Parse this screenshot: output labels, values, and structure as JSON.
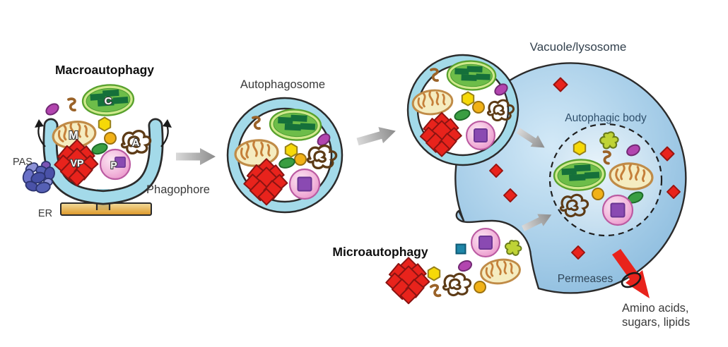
{
  "figure": {
    "description": "Autophagy pathways diagram: macroautophagy and microautophagy delivering cargo to the vacuole/lysosome"
  },
  "labels": {
    "macroautophagy": "Macroautophagy",
    "pas": "PAS",
    "er": "ER",
    "phagophore": "Phagophore",
    "autophagosome": "Autophagosome",
    "vacuole_lysosome": "Vacuole/lysosome",
    "autophagic_body": "Autophagic body",
    "microautophagy": "Microautophagy",
    "permeases": "Permeases",
    "products_line1": "Amino acids,",
    "products_line2": "sugars, lipids"
  },
  "cargo_labels": {
    "chloroplast": "C",
    "mitochondrion": "M",
    "aggregate": "A",
    "vacuolar_protein": "VP",
    "peroxisome": "P"
  },
  "colors": {
    "membrane_blue": "#a3dae9",
    "outline_dark": "#2b2b2b",
    "vacuole_edge_blue": "#8ab9dd",
    "vacuole_light_blue": "#d3e9f7",
    "er_orange": "#de9a28",
    "diamond_red": "#e8231c",
    "red_arrow": "#e8231c",
    "chloroplast_green": "#6dbd49",
    "chloroplast_dark_green": "#15703a",
    "chloroplast_rim": "#cfe98c",
    "mito_cream": "#f5ecc0",
    "mito_outline": "#c08b47",
    "peroxisome_pink": "#f3b9dd",
    "peroxisome_square_purple": "#8a4ab2",
    "aggregate_brown": "#5d3b16",
    "pas_blue": "#5560b5",
    "lime_blob": "#bfd336",
    "teal_square": "#1f86a8",
    "yellow_hexagon": "#f6d908",
    "yellow_dot": "#f1b117",
    "green_oval": "#3a9e42",
    "purple_oval": "#b245af",
    "arrow_gray": "#9a9a9a"
  }
}
